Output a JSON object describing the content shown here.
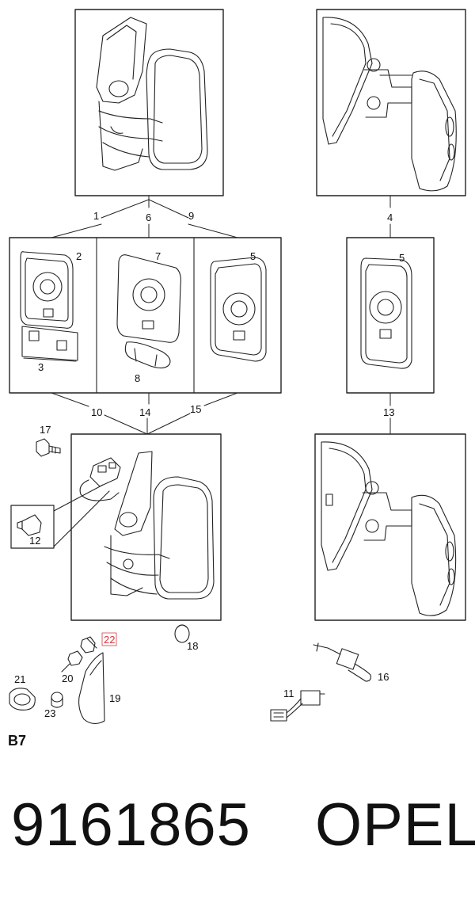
{
  "labels": {
    "c1": "1",
    "c2": "2",
    "c3": "3",
    "c4": "4",
    "c5a": "5",
    "c5b": "5",
    "c6": "6",
    "c7": "7",
    "c8": "8",
    "c9": "9",
    "c10": "10",
    "c11": "11",
    "c12": "12",
    "c13": "13",
    "c14": "14",
    "c15": "15",
    "c16": "16",
    "c17": "17",
    "c18": "18",
    "c19": "19",
    "c20": "20",
    "c21": "21",
    "c22": "22",
    "c23": "23"
  },
  "section_code": "B7",
  "footer": {
    "part_number": "9161865",
    "brand": "OPEL"
  },
  "colors": {
    "line": "#222222",
    "highlight": "#d9363e"
  }
}
